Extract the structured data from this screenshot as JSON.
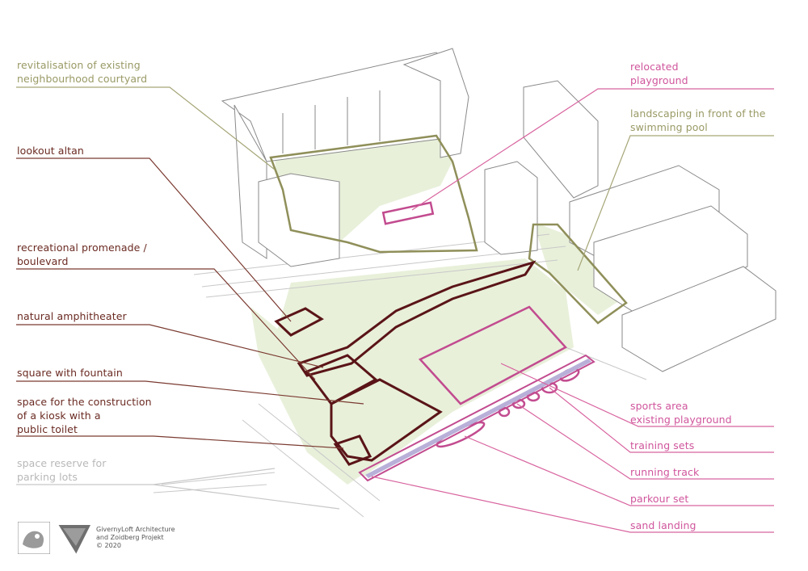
{
  "labels_left": [
    {
      "id": "courtyard",
      "lines": [
        "revitalisation of existing",
        "neighbourhood courtyard"
      ]
    },
    {
      "id": "altan",
      "lines": [
        "lookout altan"
      ]
    },
    {
      "id": "promenade",
      "lines": [
        "recreational promenade /",
        "boulevard"
      ]
    },
    {
      "id": "amphitheater",
      "lines": [
        "natural amphitheater"
      ]
    },
    {
      "id": "fountain",
      "lines": [
        "square with fountain"
      ]
    },
    {
      "id": "kiosk",
      "lines": [
        "space for the construction",
        "of a kiosk with a",
        "public toilet"
      ]
    },
    {
      "id": "parking",
      "lines": [
        "space reserve for",
        "parking lots"
      ]
    }
  ],
  "labels_right": [
    {
      "id": "playground",
      "lines": [
        "relocated",
        "playground"
      ]
    },
    {
      "id": "pool",
      "lines": [
        "landscaping in front of the",
        "swimming pool"
      ]
    },
    {
      "id": "sports",
      "lines": [
        "sports area",
        "existing playground"
      ]
    },
    {
      "id": "training",
      "lines": [
        "training sets"
      ]
    },
    {
      "id": "running",
      "lines": [
        "running track"
      ]
    },
    {
      "id": "parkour",
      "lines": [
        "parkour set"
      ]
    },
    {
      "id": "sand",
      "lines": [
        "sand landing"
      ]
    }
  ],
  "credit": {
    "line1": "GivernyLoft Architecture",
    "line2": "and Zoidberg Projekt",
    "line3": "© 2020"
  },
  "colors": {
    "brown": "#6a2a22",
    "olive": "#9a9a66",
    "grey": "#b8b8b8",
    "pink": "#d0559c",
    "green_fill": "#e7efd9",
    "dark_outline": "#5a1418"
  },
  "icons": [
    "studio-logo-icon",
    "triangle-logo-icon"
  ]
}
